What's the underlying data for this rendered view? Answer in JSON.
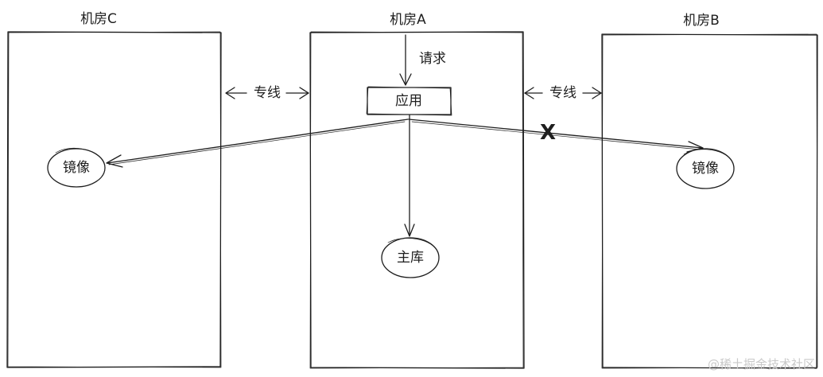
{
  "rooms": {
    "c": {
      "title": "机房C",
      "node": "镜像"
    },
    "a": {
      "title": "机房A",
      "request": "请求",
      "app": "应用",
      "node": "主库"
    },
    "b": {
      "title": "机房B",
      "node": "镜像"
    }
  },
  "links": {
    "c_a": "专线",
    "a_b": "专线",
    "blocked_mark": "X"
  },
  "watermark": "@稀土掘金技术社区",
  "colors": {
    "stroke": "#1e1e1e",
    "background": "#ffffff",
    "watermark": "#c9c9c9"
  }
}
